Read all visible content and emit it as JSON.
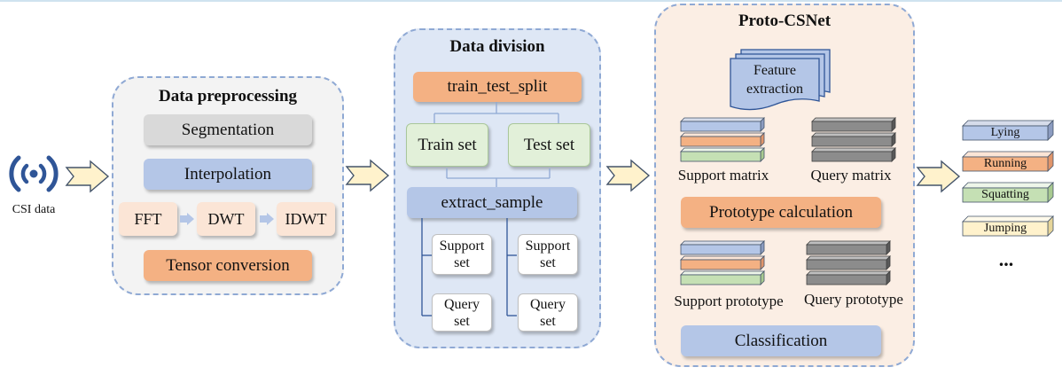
{
  "source": {
    "label": "CSI data"
  },
  "preprocessing": {
    "title": "Data preprocessing",
    "segmentation": "Segmentation",
    "interpolation": "Interpolation",
    "fft": "FFT",
    "dwt": "DWT",
    "idwt": "IDWT",
    "tensor": "Tensor conversion"
  },
  "division": {
    "title": "Data division",
    "split": "train_test_split",
    "train": "Train set",
    "test": "Test set",
    "extract": "extract_sample",
    "support_left": "Support\nset",
    "query_left": "Query\nset",
    "support_right": "Support\nset",
    "query_right": "Query\nset"
  },
  "protonet": {
    "title": "Proto-CSNet",
    "feature": "Feature\nextraction",
    "support_matrix": "Support matrix",
    "query_matrix": "Query matrix",
    "proto_calc": "Prototype calculation",
    "support_proto": "Support prototype",
    "query_proto": "Query prototype",
    "classification": "Classification"
  },
  "outputs": {
    "lying": "Lying",
    "running": "Running",
    "squatting": "Squatting",
    "jumping": "Jumping",
    "more": "..."
  },
  "colors": {
    "panel_border": "#8fa9d4",
    "gray": "#d9d9d9",
    "blue": "#b4c6e7",
    "orange": "#f4b183",
    "peach": "#fbe5d6",
    "green": "#e2f0d9",
    "yellow": "#fff2cc",
    "arrow_fill": "#fff2cc",
    "arrow_stroke": "#44546a",
    "signal": "#2f5597"
  }
}
